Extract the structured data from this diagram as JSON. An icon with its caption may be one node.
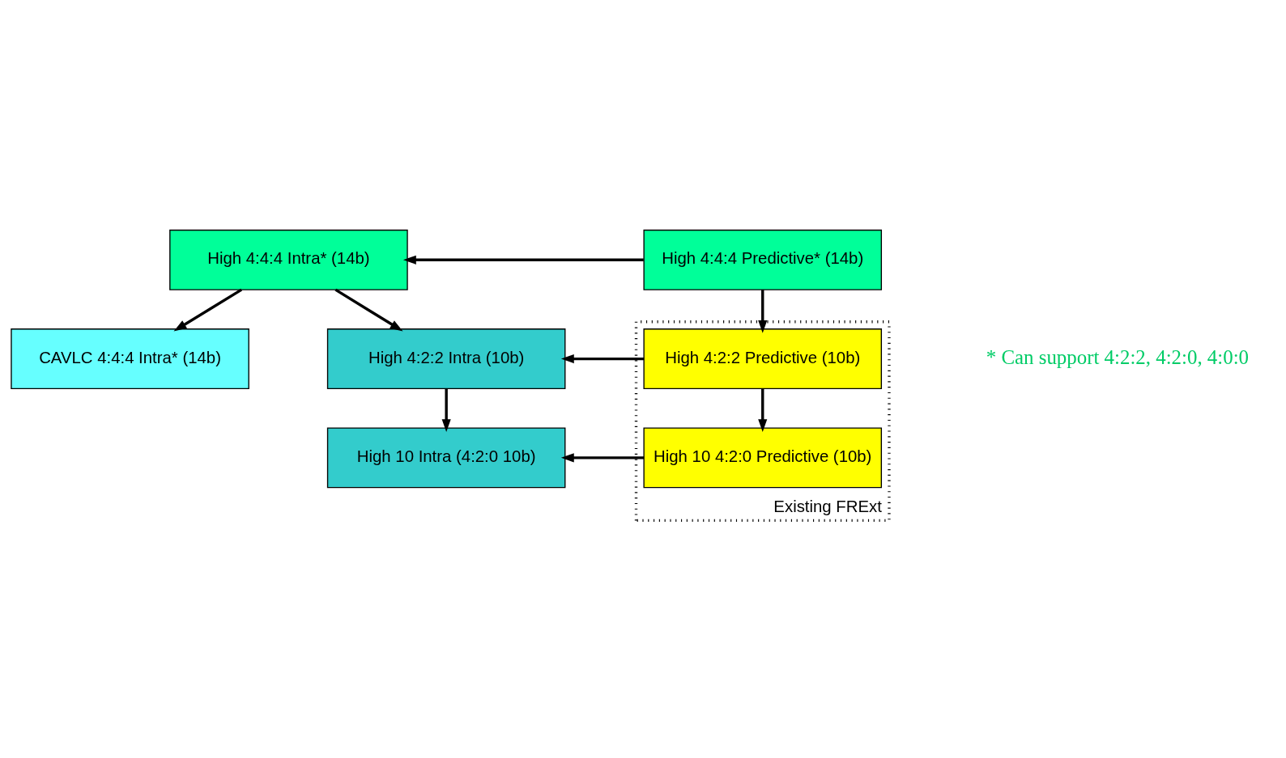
{
  "diagram": {
    "nodes": [
      {
        "text": [
          "High 4:4:4 Intra* (14b)"
        ]
      },
      {
        "text": [
          "High 4:4:4 Predictive* (14b)"
        ]
      },
      {
        "text": [
          "CAVLC 4:4:4 Intra* (14b)"
        ]
      },
      {
        "text": [
          "Existing FRExt"
        ]
      },
      {
        "text": [
          "High 4:2:2 Intra (10b)"
        ]
      },
      {
        "text": [
          "High 4:2:2 Predictive (10b)"
        ],
        "in": 3
      },
      {
        "text": [
          "High 10 Intra (4:2:0 10b)"
        ]
      },
      {
        "text": [
          "High 10 4:2:0 Predictive (10b)"
        ],
        "in": 3
      }
    ],
    "edges": [
      {
        "from": 1,
        "to": 0,
        "arrow": "to"
      },
      {
        "from": 0,
        "to": 2,
        "arrow": "to"
      },
      {
        "from": 0,
        "to": 4,
        "arrow": "to"
      },
      {
        "from": 1,
        "to": 5,
        "arrow": "to"
      },
      {
        "from": 5,
        "to": 4,
        "arrow": "to"
      },
      {
        "from": 4,
        "to": 6,
        "arrow": "to"
      },
      {
        "from": 5,
        "to": 7,
        "arrow": "to"
      },
      {
        "from": 7,
        "to": 6,
        "arrow": "to"
      }
    ],
    "labels": [
      "* Can support 4:2:2, 4:2:0, 4:0:0"
    ]
  }
}
